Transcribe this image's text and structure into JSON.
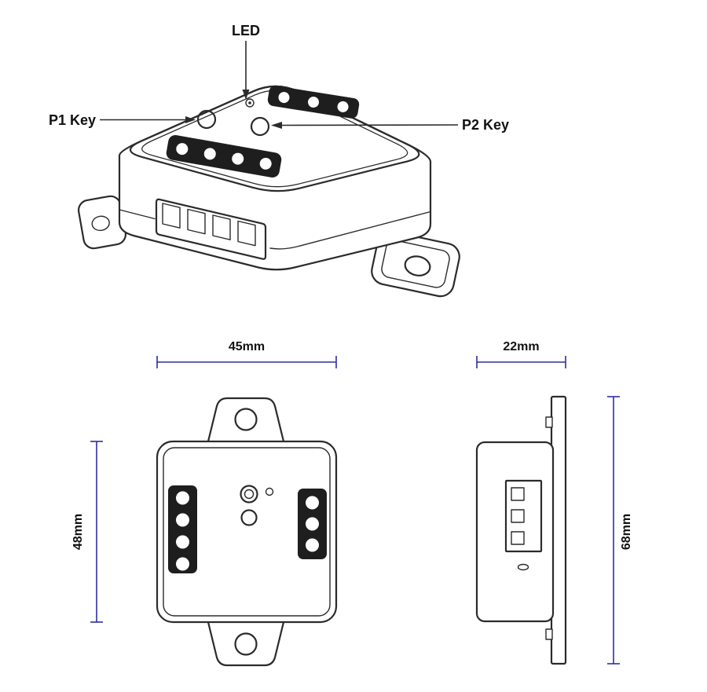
{
  "diagram": {
    "callouts": {
      "led": "LED",
      "p1_key": "P1 Key",
      "p2_key": "P2 Key"
    },
    "dimensions": {
      "front_width": "45mm",
      "front_height": "48mm",
      "side_depth": "22mm",
      "side_height": "68mm"
    },
    "colors": {
      "line": "#2b2b2b",
      "dimension": "#2d2f9e",
      "text": "#111111",
      "block_fill": "#1e1e1e",
      "background": "#ffffff"
    }
  }
}
